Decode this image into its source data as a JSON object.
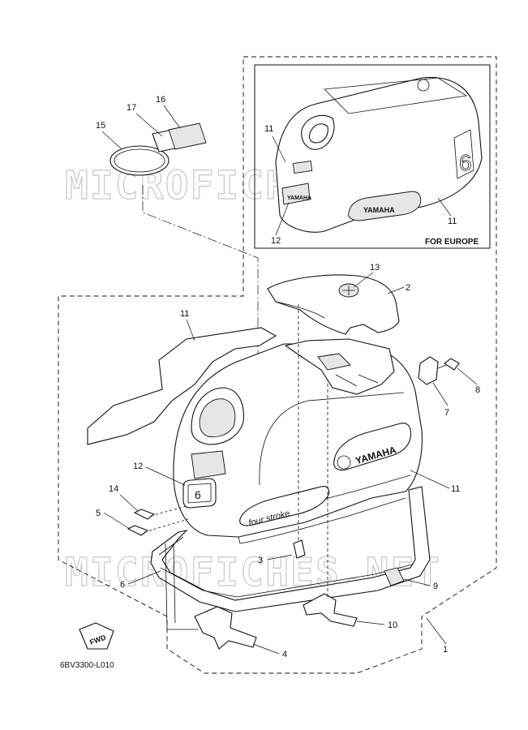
{
  "drawing_code": "6BV3300-L010",
  "inset_caption": "FOR EUROPE",
  "watermark_text": "MICROFICHES.NET",
  "fwd_label": "FWD",
  "brand_text": "YAMAHA",
  "model_script": "four stroke",
  "callouts": {
    "c1": "1",
    "c2": "2",
    "c3": "3",
    "c4": "4",
    "c5": "5",
    "c6": "6",
    "c7": "7",
    "c8": "8",
    "c9": "9",
    "c10": "10",
    "c11_inset_top": "11",
    "c11_inset_bottom": "11",
    "c11_decal": "11",
    "c11_side": "11",
    "c12_inset": "12",
    "c12_main": "12",
    "c13": "13",
    "c14": "14",
    "c15": "15",
    "c16": "16",
    "c17": "17"
  },
  "colors": {
    "line": "#111111",
    "watermark": "#c8c8c8",
    "shade": "#e6e6e6"
  }
}
